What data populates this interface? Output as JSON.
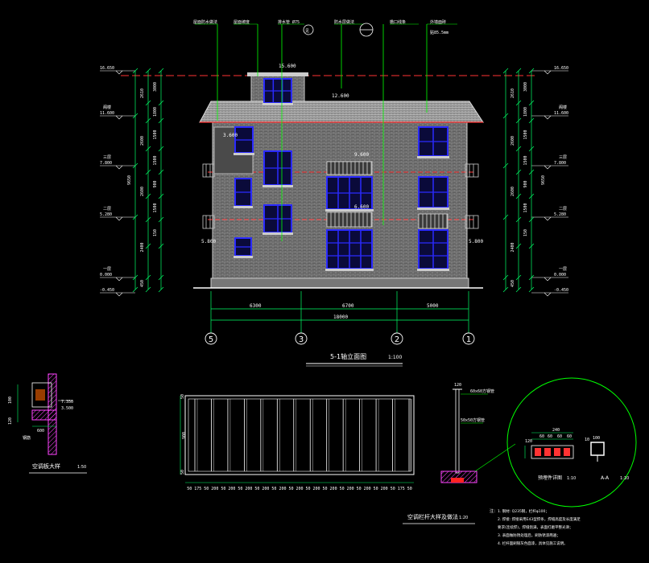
{
  "colors": {
    "background": "#000000",
    "wall": "#8a8a8a",
    "window": "#2a2aff",
    "dim": "#00ff66",
    "roof": "#ff3333",
    "leader": "#00ff00",
    "text": "#ffffff"
  },
  "elevation": {
    "title": "5-1轴立面图",
    "scale": "1:100",
    "top_annotations": [
      "屋面防水做法",
      "屋面坡度",
      "排水管 Ø75",
      "见",
      "防水层做法",
      "檐口线条",
      "外墙面砖",
      "贴85.5mm"
    ],
    "callouts": [
      "15.600",
      "12.600",
      "9.600",
      "6.600",
      "3.600",
      "5.800",
      "5.800"
    ],
    "levels_left": [
      {
        "value": "16.650",
        "floor": ""
      },
      {
        "value": "11.600",
        "floor": "阁楼"
      },
      {
        "value": "7.800",
        "floor": "三层"
      },
      {
        "value": "5.280",
        "floor": "二层"
      },
      {
        "value": "0.000",
        "floor": "一层"
      },
      {
        "value": "-0.450",
        "floor": ""
      }
    ],
    "levels_right": [
      {
        "value": "16.650",
        "floor": ""
      },
      {
        "value": "11.600",
        "floor": "阁楼"
      },
      {
        "value": "7.800",
        "floor": "三层"
      },
      {
        "value": "5.280",
        "floor": "二层"
      },
      {
        "value": "0.000",
        "floor": "一层"
      },
      {
        "value": "-0.450",
        "floor": ""
      }
    ],
    "dims_left_outer": [
      "2610",
      "2600",
      "2600",
      "2400",
      "450"
    ],
    "dims_left_inner": [
      "3000",
      "1800",
      "1500",
      "1500",
      "900",
      "1500",
      "150"
    ],
    "total_height": "9650",
    "dims_bottom": [
      "6300",
      "6700",
      "5000"
    ],
    "total_width": "18000",
    "axes": [
      "5",
      "3",
      "2",
      "1"
    ]
  },
  "aircon_detail": {
    "title": "空调板大样",
    "scale": "1:50",
    "labels": [
      "7.350",
      "3.500",
      "100",
      "600",
      "120",
      "钢筋"
    ]
  },
  "railing_elevation": {
    "title": "空调栏杆大样及做法",
    "scale": "1:20",
    "dim_left": [
      "50",
      "900",
      "50"
    ],
    "dim_bottom": [
      "50",
      "175",
      "50",
      "200",
      "50",
      "200",
      "50",
      "200",
      "50",
      "200",
      "50",
      "200",
      "50",
      "200",
      "50",
      "200",
      "50",
      "200",
      "50",
      "200",
      "50",
      "200",
      "50",
      "200",
      "50",
      "175",
      "50"
    ],
    "labels": [
      "60x60方钢管",
      "50x50方钢管",
      "120"
    ]
  },
  "section_detail": {
    "title": "A-A",
    "scale": "1:10",
    "left_title": "预埋件详图",
    "left_scale": "1:10",
    "dims": [
      "240",
      "60",
      "60",
      "60",
      "60",
      "120",
      "10",
      "100"
    ]
  },
  "notes": {
    "heading": "注：",
    "lines": [
      "1. 钢材: Q235钢，栏杆φ100；",
      "2. 焊接: 焊接采用E43型焊条，焊缝高度及长度满足",
      "   要求(连续焊)，焊缝饱满，表面打磨平整光滑；",
      "3. 表面做防锈处理后，刷防锈漆两遍；",
      "4. 栏杆面刷银灰色面漆，具体见施工说明。"
    ]
  }
}
